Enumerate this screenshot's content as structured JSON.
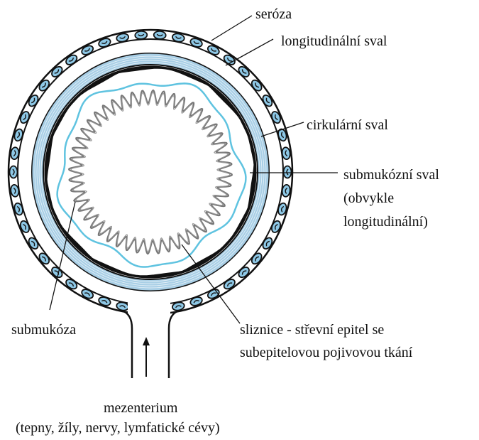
{
  "labels": {
    "seroza": "seróza",
    "longitudinal": "longitudinální sval",
    "circular": "cirkulární sval",
    "submucosal_muscle": [
      "submukózní sval",
      "(obvykle",
      "longitudinální)"
    ],
    "submucosa": "submukóza",
    "mucosa": [
      "sliznice - střevní epitel se",
      "subepitelovou pojivovou tkání"
    ],
    "mesentery": [
      "mezenterium",
      "(tepny, žíly, nervy, lymfatické cévy)"
    ]
  },
  "colors": {
    "outline": "#111111",
    "muscle_blue": "#a9cfe6",
    "mucosa_line": "#5fc3e0",
    "cell_fill": "#8ec8e6",
    "villi_stroke": "#777777"
  }
}
